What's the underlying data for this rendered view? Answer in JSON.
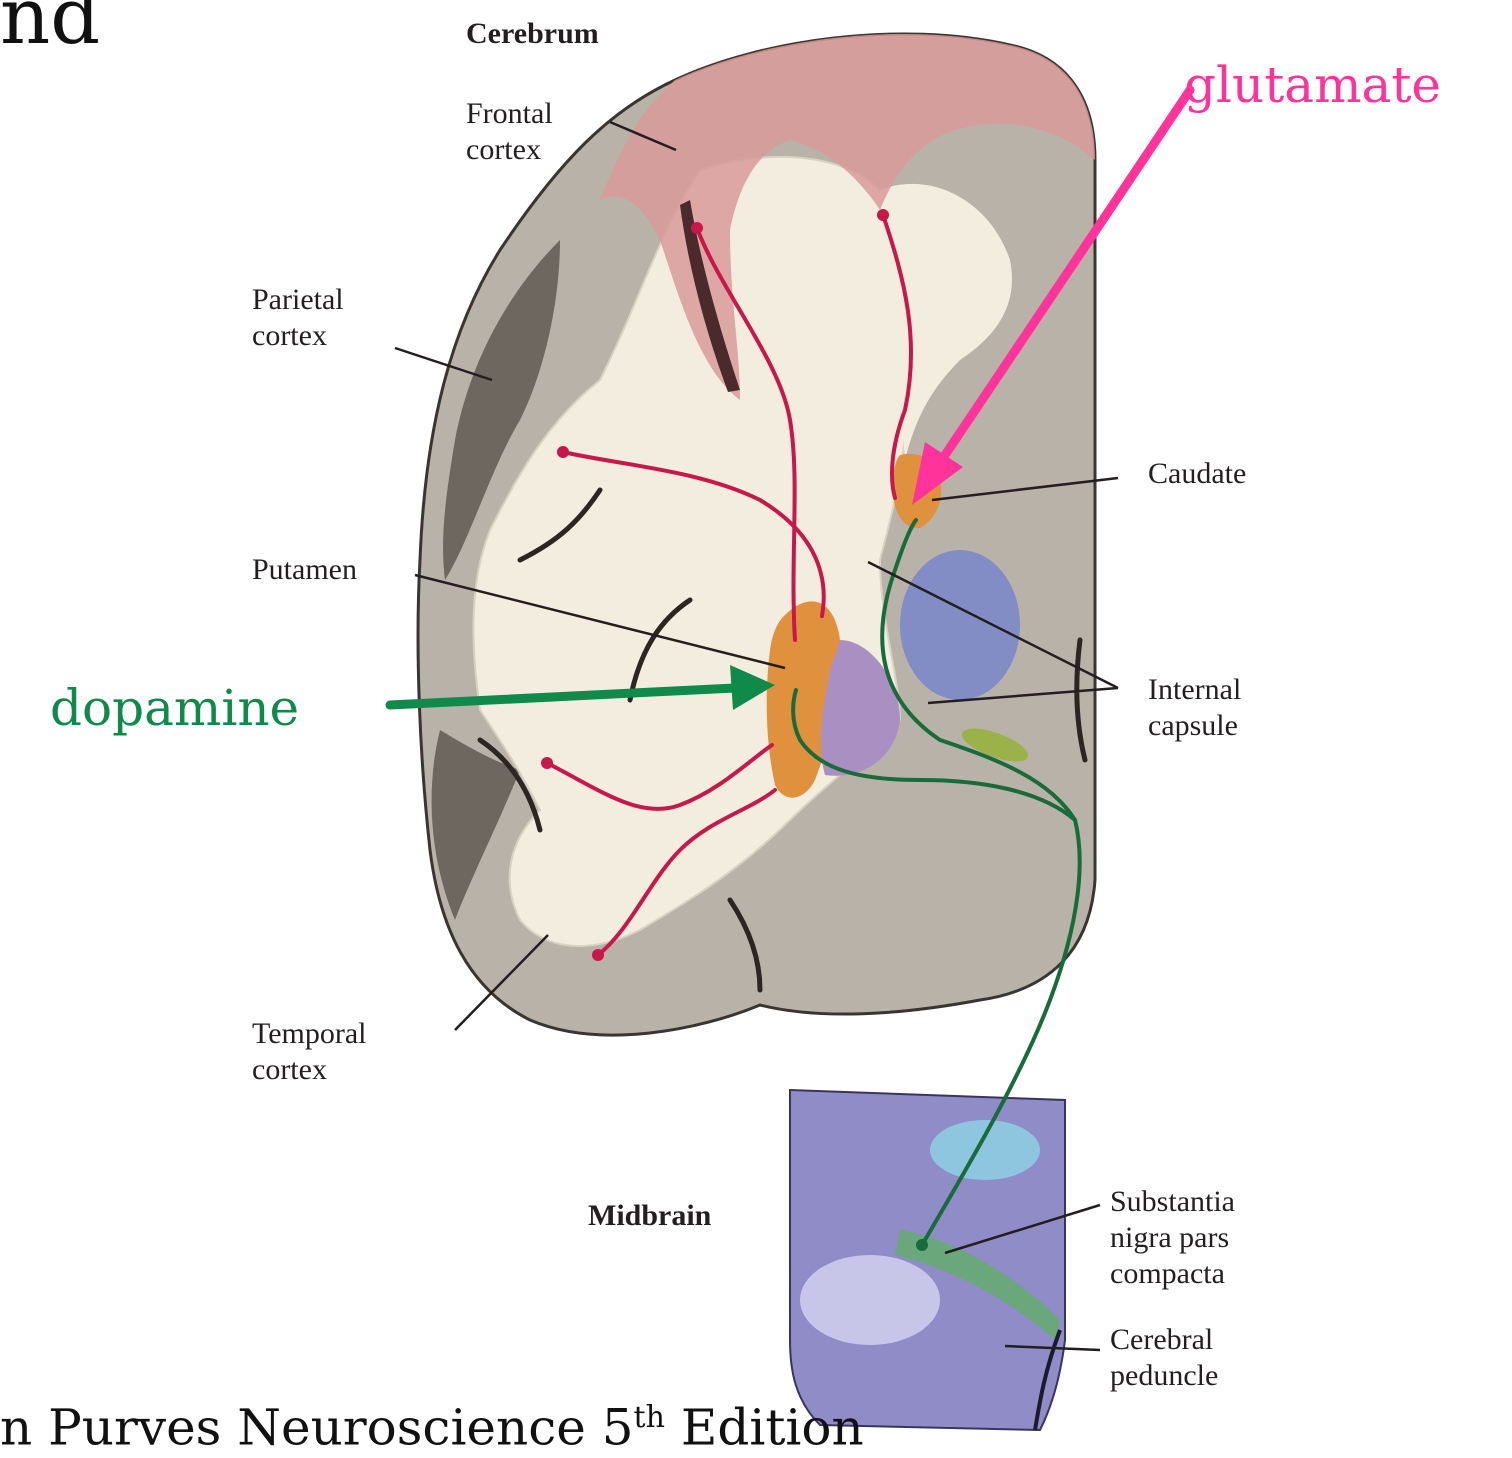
{
  "slide": {
    "title_fragment": "nd",
    "citation": {
      "prefix": "n Purves Neuroscience 5",
      "superscript": "th",
      "suffix": " Edition"
    }
  },
  "figure": {
    "section_labels": {
      "cerebrum": "Cerebrum",
      "midbrain": "Midbrain"
    },
    "structure_labels": {
      "frontal_cortex": "Frontal\ncortex",
      "parietal_cortex": "Parietal\ncortex",
      "putamen": "Putamen",
      "temporal_cortex": "Temporal\ncortex",
      "caudate": "Caudate",
      "internal_capsule": "Internal\ncapsule",
      "substantia_nigra": "Substantia\nnigra pars\ncompacta",
      "cerebral_peduncle": "Cerebral\npeduncle"
    },
    "annotations": {
      "glutamate": {
        "text": "glutamate",
        "color": "#ff3399"
      },
      "dopamine": {
        "text": "dopamine",
        "color": "#0f8a4a"
      }
    },
    "colors": {
      "glutamate_pathway": "#c8174a",
      "dopamine_pathway": "#1a6b3c",
      "striatum": "#e0913e",
      "cortex_gray": "#b8b2a8",
      "white_matter": "#f3ede0",
      "frontal_highlight": "#d89a9a",
      "globus_pallidus": "#a98fc2",
      "thalamus_blue": "#7d88c8",
      "midbrain": "#8f8cc8"
    }
  }
}
